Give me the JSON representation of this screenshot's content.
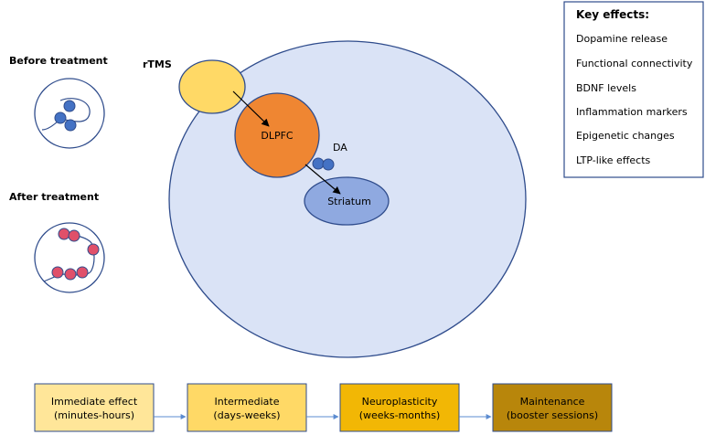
{
  "labels": {
    "before": "Before treatment",
    "after": "After treatment",
    "rtms": "rTMS",
    "dlpfc": "DLPFC",
    "da": "DA",
    "striatum": "Striatum"
  },
  "key_effects": {
    "title": "Key effects:",
    "items": [
      "Dopamine release",
      "Functional connectivity",
      "BDNF levels",
      "Inflammation markers",
      "Epigenetic changes",
      "LTP-like effects"
    ]
  },
  "timeline": [
    {
      "line1": "Immediate effect",
      "line2": "(minutes-hours)"
    },
    {
      "line1": "Intermediate",
      "line2": "(days-weeks)"
    },
    {
      "line1": "Neuroplasticity",
      "line2": "(weeks-months)"
    },
    {
      "line1": "Maintenance",
      "line2": "(booster sessions)"
    }
  ],
  "colors": {
    "brain_fill": "#dae3f6",
    "outline": "#2f4c8c",
    "rtms_fill": "#ffd966",
    "dlpfc_fill": "#ef8632",
    "striatum_fill": "#8fa9e0",
    "dopamine_dot": "#4472c4",
    "after_dot": "#e0506a",
    "stage_colors": [
      "#ffe699",
      "#ffd966",
      "#f2b705",
      "#b8860b"
    ]
  }
}
